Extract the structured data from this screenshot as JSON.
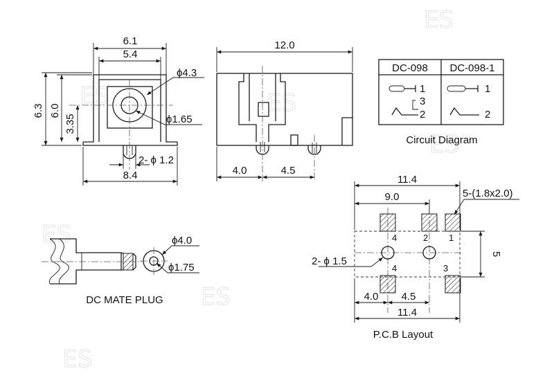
{
  "watermark": "ES",
  "front_view": {
    "dim_width_outer": "6.1",
    "dim_width_inner": "5.4",
    "dim_hole_dia": "ϕ4.3",
    "dim_pin_dia": "ϕ1.65",
    "dim_height_total": "6.3",
    "dim_height_body": "6.0",
    "dim_center_height": "3.35",
    "dim_leg_dia": "2- ϕ 1.2",
    "dim_base_width": "8.4"
  },
  "side_view": {
    "dim_length": "12.0",
    "dim_left": "4.0",
    "dim_right": "4.5"
  },
  "circuit_diagram": {
    "caption": "Circuit Diagram",
    "col1_header": "DC-098",
    "col2_header": "DC-098-1",
    "col1_pins": [
      "1",
      "3",
      "2"
    ],
    "col2_pins": [
      "1",
      "2"
    ]
  },
  "mate_plug": {
    "caption": "DC MATE PLUG",
    "dim_outer": "ϕ4.0",
    "dim_inner": "ϕ1.75"
  },
  "pcb_layout": {
    "caption": "P.C.B Layout",
    "dim_top_total": "11.4",
    "dim_top_inner": "9.0",
    "dim_pads": "5-(1.8x2.0)",
    "dim_height": "5",
    "dim_holes": "2- ϕ 1.5",
    "dim_bottom_left": "4.0",
    "dim_bottom_right": "4.5",
    "dim_bottom_total": "11.4",
    "pad_labels": [
      "4",
      "2",
      "1",
      "4",
      "3"
    ]
  }
}
